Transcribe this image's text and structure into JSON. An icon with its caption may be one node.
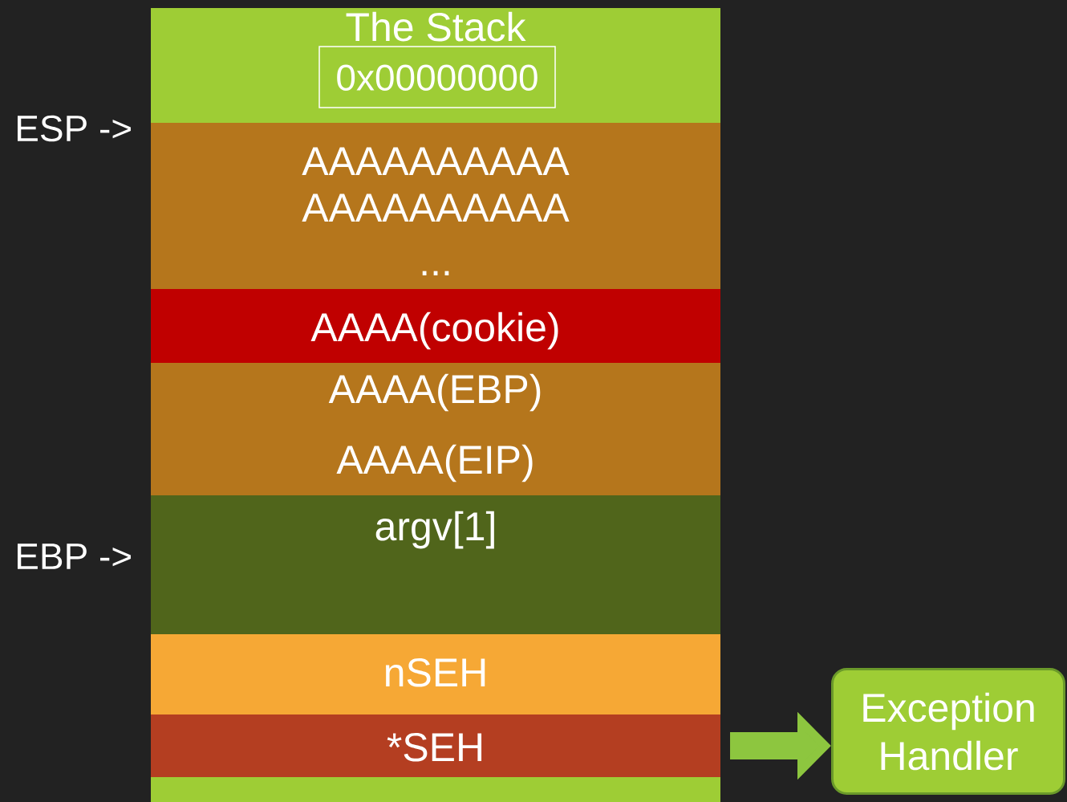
{
  "diagram": {
    "nodes": [
      {
        "text": [
          "The Stack"
        ]
      },
      {
        "text": [
          "0x00000000"
        ],
        "in": 0
      },
      {
        "text": [
          "AAAAAAAAAA",
          "AAAAAAAAAA",
          "..."
        ]
      },
      {
        "text": [
          "AAAA(cookie)"
        ]
      },
      {
        "text": [
          "AAAA(EBP)",
          "AAAA(EIP)"
        ]
      },
      {
        "text": [
          "argv[1]"
        ]
      },
      {
        "text": [
          "nSEH"
        ]
      },
      {
        "text": [
          "*SEH"
        ]
      },
      {
        "text": [],
        "shape": "bar"
      },
      {
        "text": [
          "Exception Handler"
        ]
      }
    ],
    "edges": [
      {
        "from": 7,
        "to": 9,
        "arrow": "to"
      }
    ],
    "labels": [
      "ESP ->",
      "EBP ->"
    ]
  }
}
